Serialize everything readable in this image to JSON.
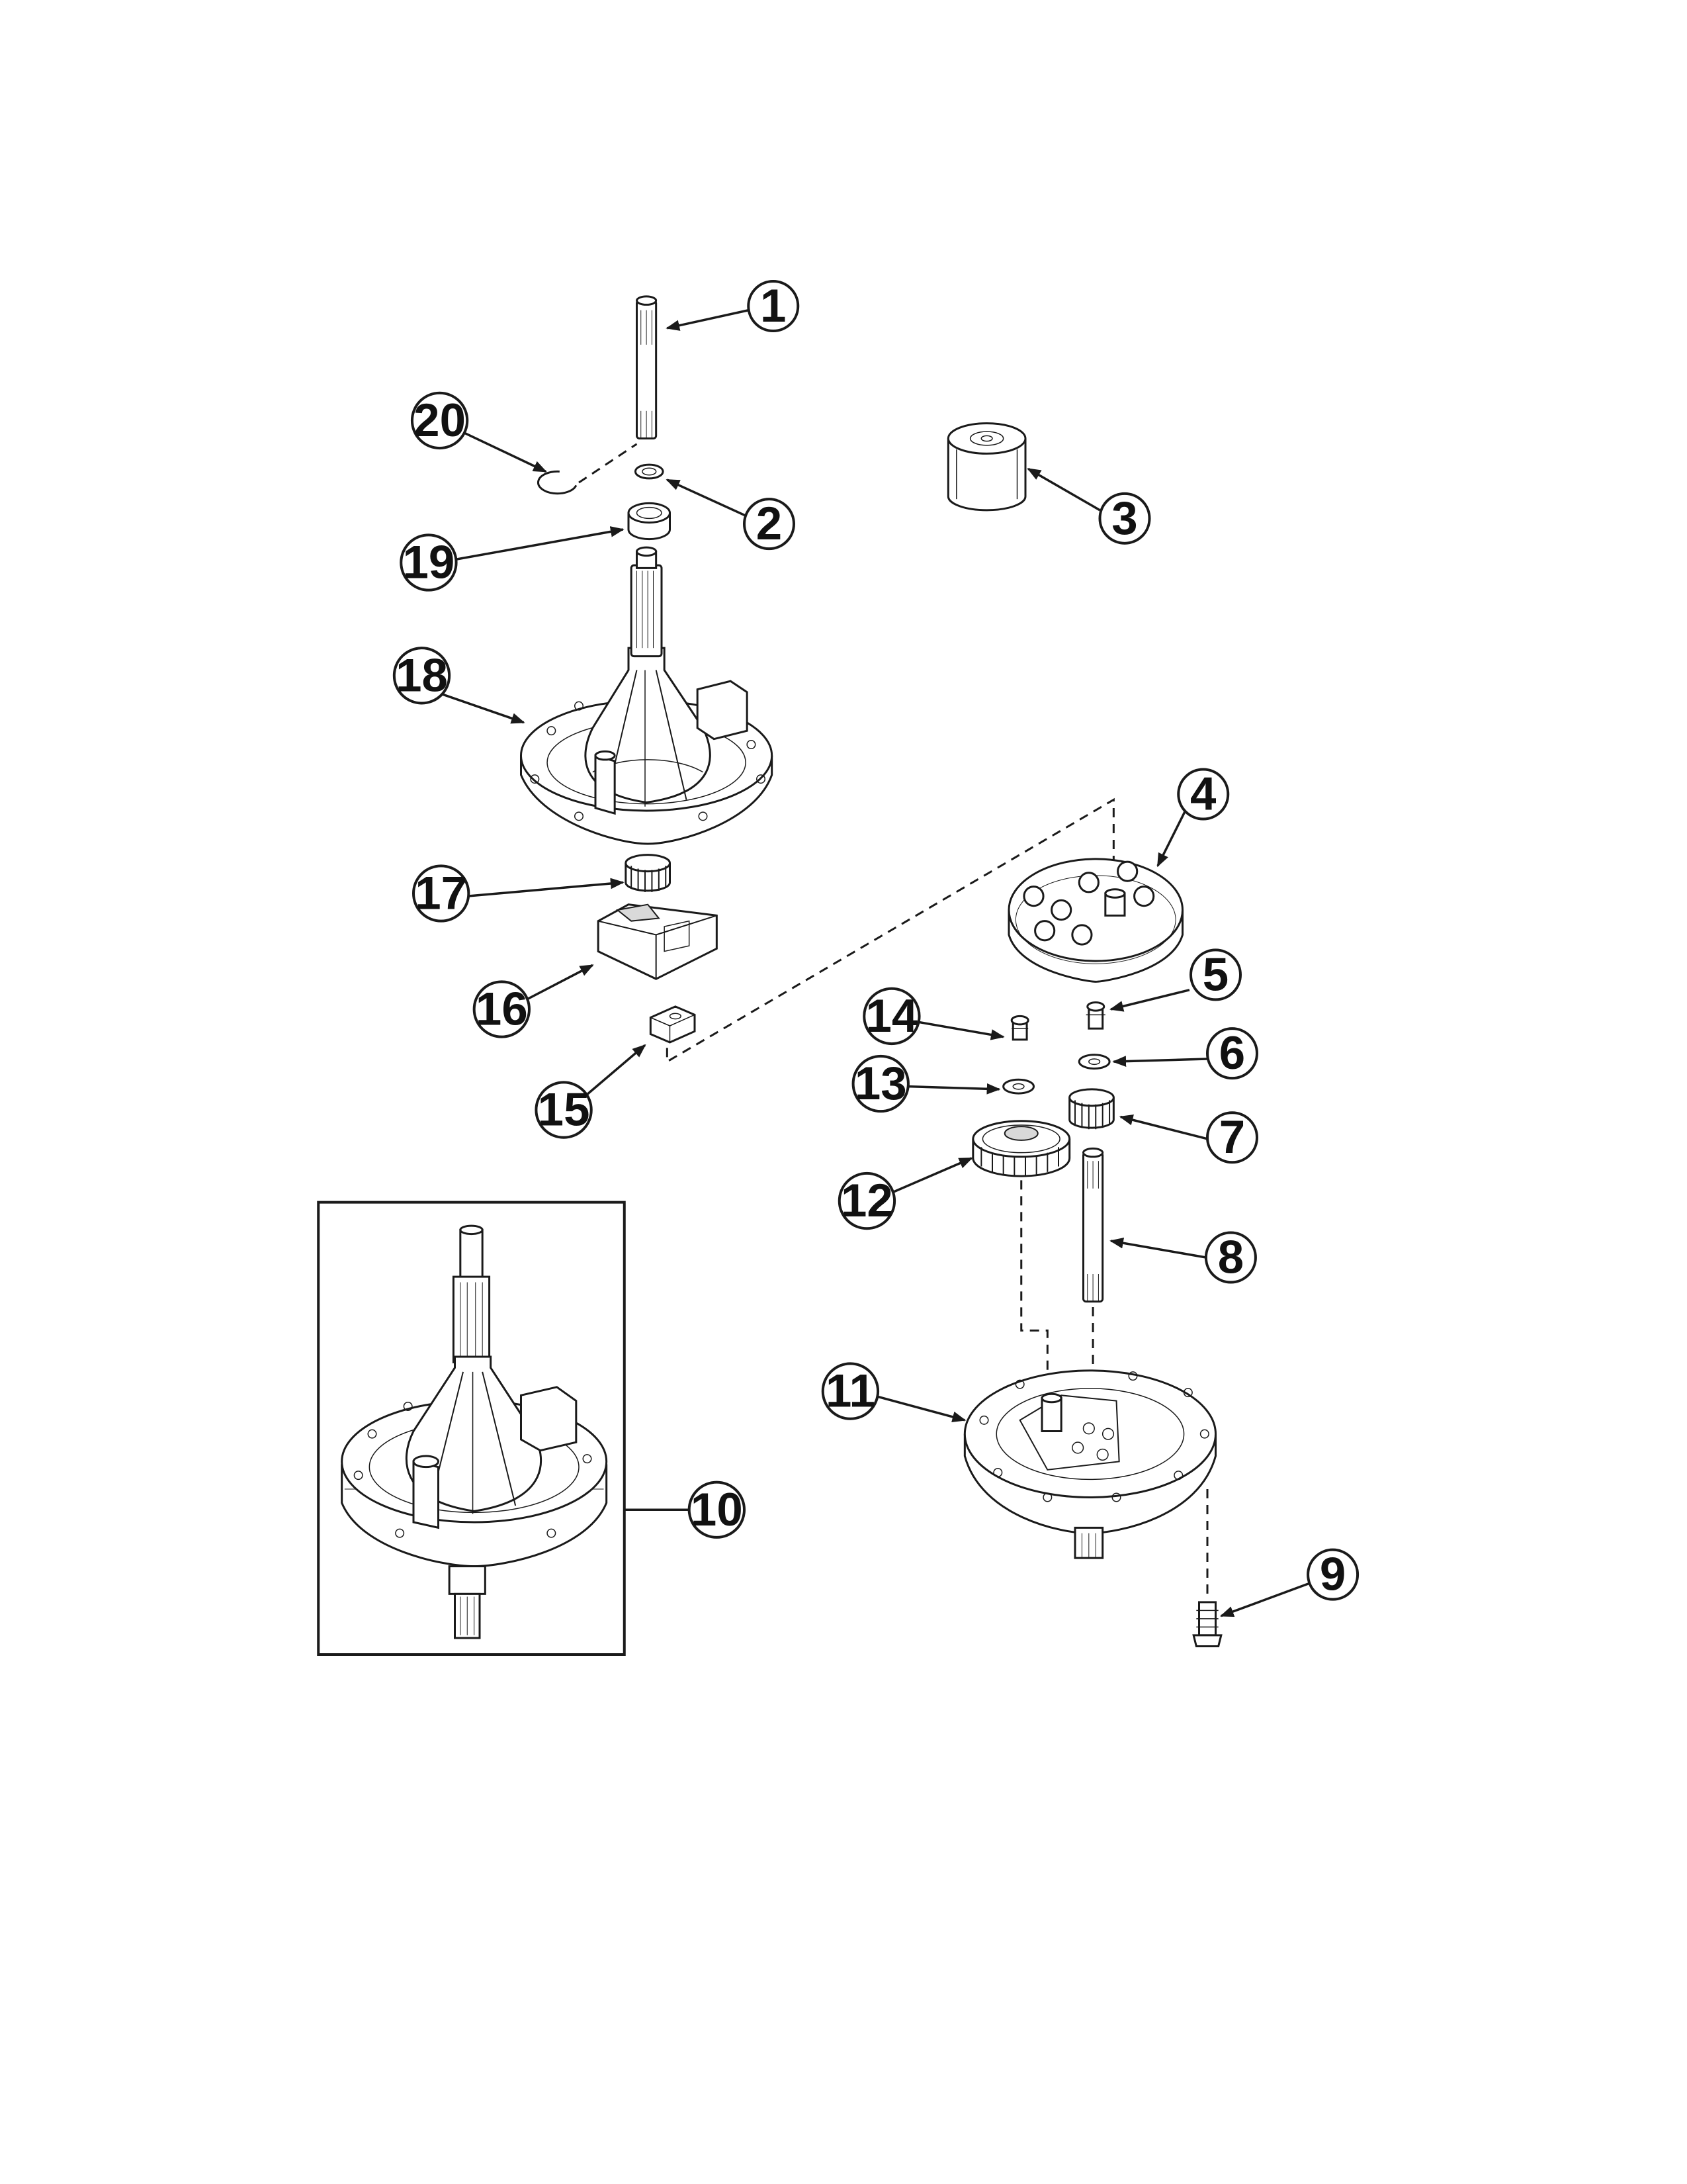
{
  "diagram": {
    "type": "exploded parts diagram",
    "colors": {
      "line": "#1a1a1a",
      "background": "#ffffff"
    },
    "callouts": [
      {
        "id": "1",
        "label": "1"
      },
      {
        "id": "2",
        "label": "2"
      },
      {
        "id": "3",
        "label": "3"
      },
      {
        "id": "4",
        "label": "4"
      },
      {
        "id": "5",
        "label": "5"
      },
      {
        "id": "6",
        "label": "6"
      },
      {
        "id": "7",
        "label": "7"
      },
      {
        "id": "8",
        "label": "8"
      },
      {
        "id": "9",
        "label": "9"
      },
      {
        "id": "10",
        "label": "10"
      },
      {
        "id": "11",
        "label": "11"
      },
      {
        "id": "12",
        "label": "12"
      },
      {
        "id": "13",
        "label": "13"
      },
      {
        "id": "14",
        "label": "14"
      },
      {
        "id": "15",
        "label": "15"
      },
      {
        "id": "16",
        "label": "16"
      },
      {
        "id": "17",
        "label": "17"
      },
      {
        "id": "18",
        "label": "18"
      },
      {
        "id": "19",
        "label": "19"
      },
      {
        "id": "20",
        "label": "20"
      }
    ]
  }
}
